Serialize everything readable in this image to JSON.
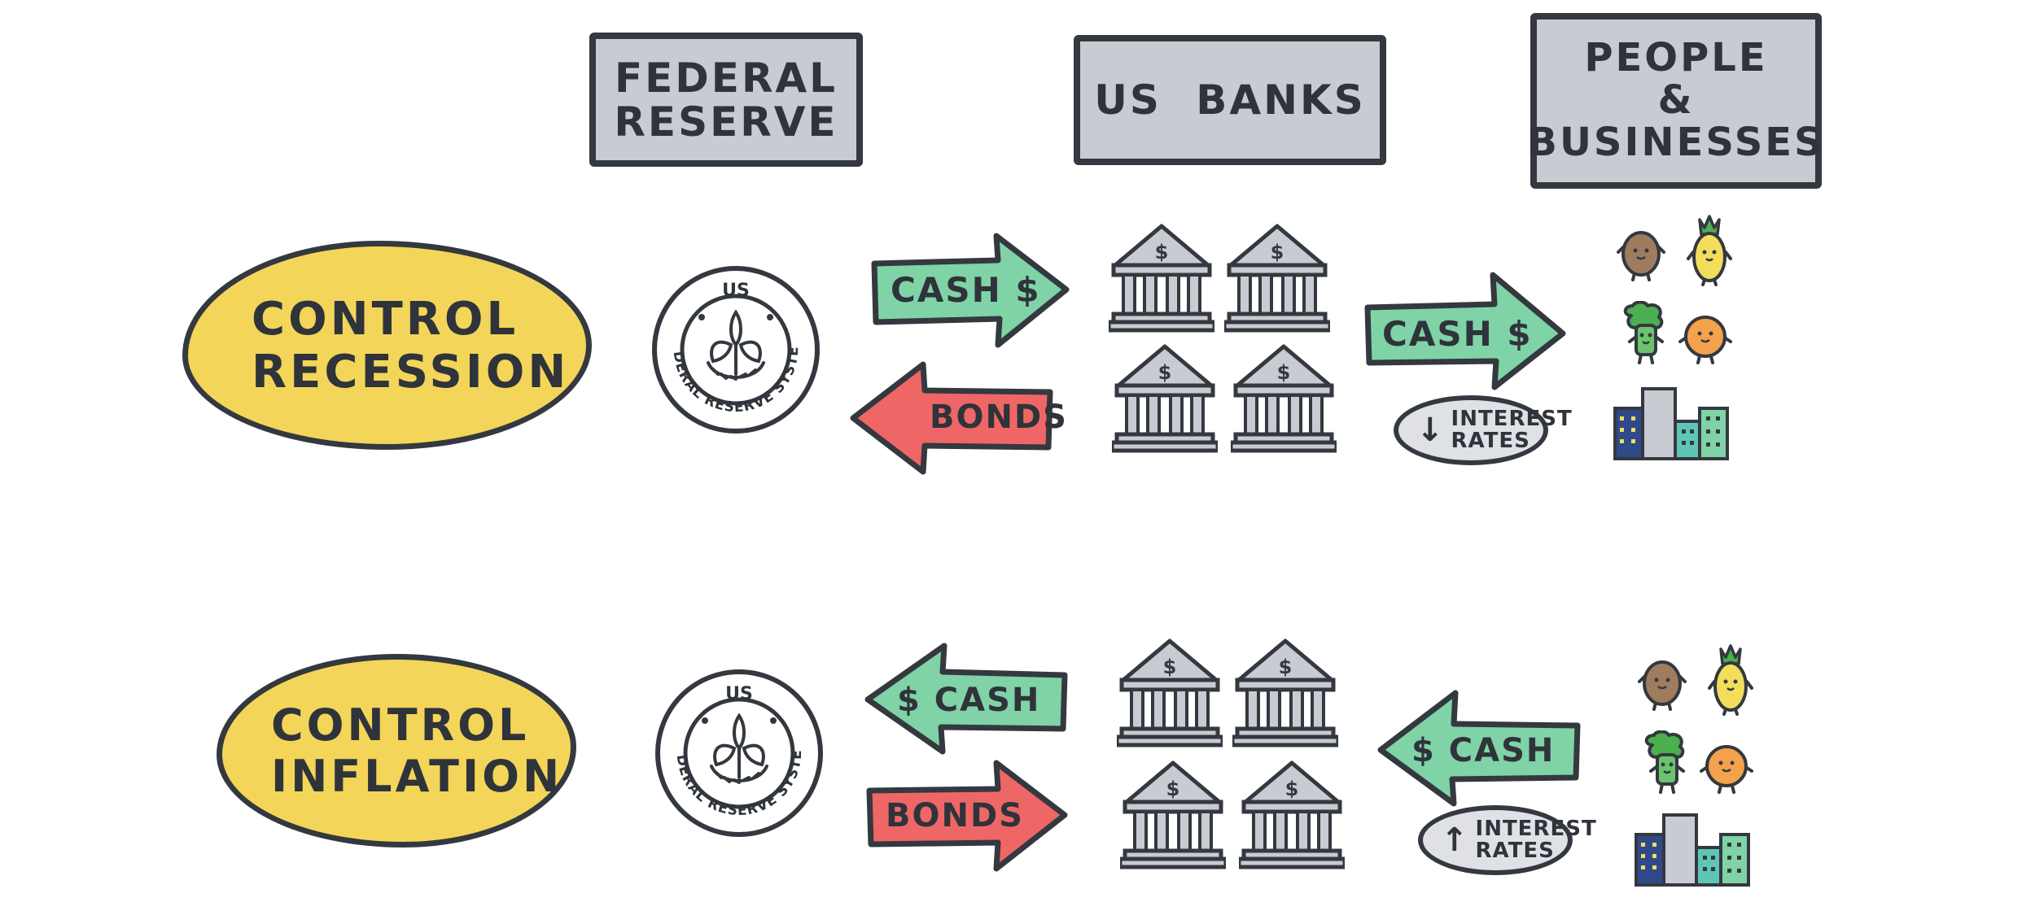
{
  "headers": {
    "federal_reserve": [
      "FEDERAL",
      "RESERVE"
    ],
    "us_banks": "US BANKS",
    "people_businesses": [
      "PEOPLE",
      "&",
      "BUSINESSES"
    ]
  },
  "rows": {
    "recession": {
      "goal": [
        "CONTROL",
        "RECESSION"
      ],
      "fed_to_banks": "CASH $",
      "banks_to_fed": "BONDS",
      "banks_to_people": "CASH $",
      "interest_rates": [
        "INTEREST",
        "RATES"
      ],
      "interest_direction": "↓"
    },
    "inflation": {
      "goal": [
        "CONTROL",
        "INFLATION"
      ],
      "banks_to_fed": "$ CASH",
      "fed_to_banks": "BONDS",
      "people_to_banks": "$ CASH",
      "interest_rates": [
        "INTEREST",
        "RATES"
      ],
      "interest_direction": "↑"
    }
  },
  "seal": {
    "top": "US",
    "ring": "FEDERAL RESERVE SYSTEM"
  },
  "bank_symbol": "$",
  "colors": {
    "header_bg": "#c9cbd3",
    "goal_yellow": "#f3d55a",
    "cash_green": "#7fd3a6",
    "bonds_red": "#ef6666",
    "outline": "#34383f"
  }
}
